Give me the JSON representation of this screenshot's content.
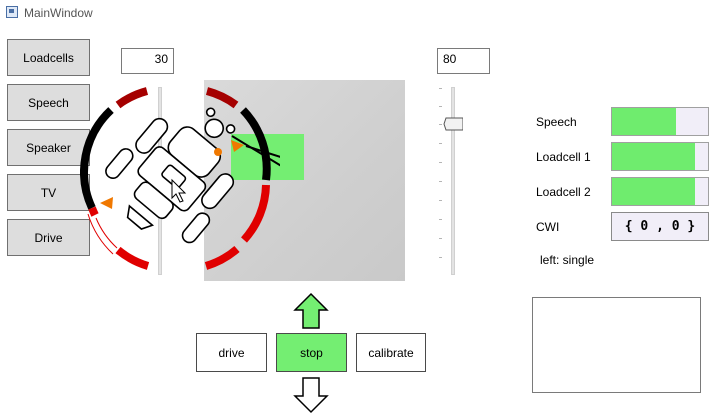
{
  "window": {
    "title": "MainWindow",
    "icon": "app-window-icon"
  },
  "sidebar": {
    "buttons": [
      {
        "label": "Loadcells"
      },
      {
        "label": "Speech"
      },
      {
        "label": "Speaker"
      },
      {
        "label": "TV"
      },
      {
        "label": "Drive"
      }
    ]
  },
  "controls": {
    "left_value": "30",
    "right_value": "80"
  },
  "actions": {
    "drive_label": "drive",
    "stop_label": "stop",
    "calibrate_label": "calibrate",
    "active": "stop",
    "up_icon": "arrow-up-icon",
    "down_icon": "arrow-down-icon"
  },
  "meters": {
    "items": [
      {
        "label": "Speech",
        "level": 0.67
      },
      {
        "label": "Loadcell 1",
        "level": 0.86
      },
      {
        "label": "Loadcell 2",
        "level": 0.86
      }
    ],
    "cwi_label": "CWI",
    "cwi_value": "{ 0 , 0 }",
    "status": "left: single"
  },
  "colors": {
    "green": "#6fec6e",
    "ring_dark_red": "#a00000",
    "ring_red": "#e00000",
    "ring_black": "#000000",
    "marker_orange": "#f07800"
  }
}
